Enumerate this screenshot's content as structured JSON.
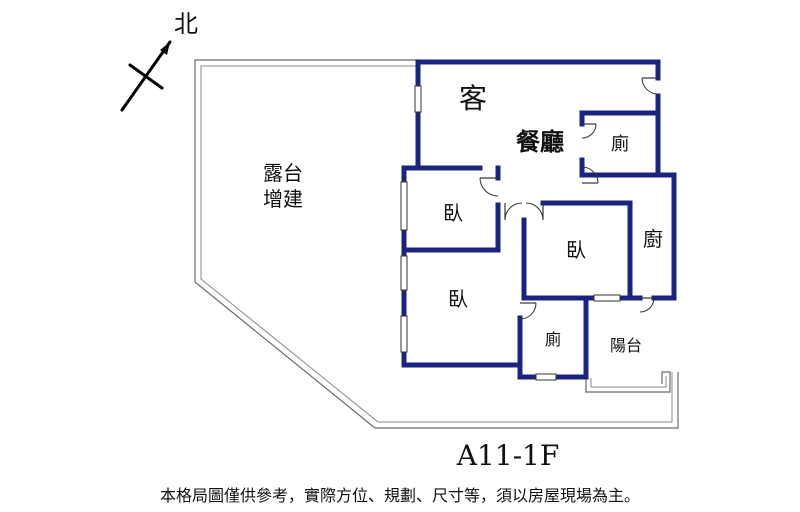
{
  "compass": {
    "north_label": "北"
  },
  "rooms": {
    "living": "客",
    "dining": "餐廳",
    "terrace": [
      "露台",
      "增建"
    ],
    "bath_top": "廁",
    "bedroom_a": "臥",
    "bedroom_b": "臥",
    "bedroom_c": "臥",
    "kitchen": "廚",
    "bath_bottom": "廁",
    "balcony": "陽台"
  },
  "plan_title": "A11-1F",
  "disclaimer": "本格局圖僅供參考，實際方位、規劃、尺寸等，須以房屋現場為主。",
  "colors": {
    "wall": "#1a237e",
    "outline": "#6b6b6b",
    "text": "#111111"
  }
}
